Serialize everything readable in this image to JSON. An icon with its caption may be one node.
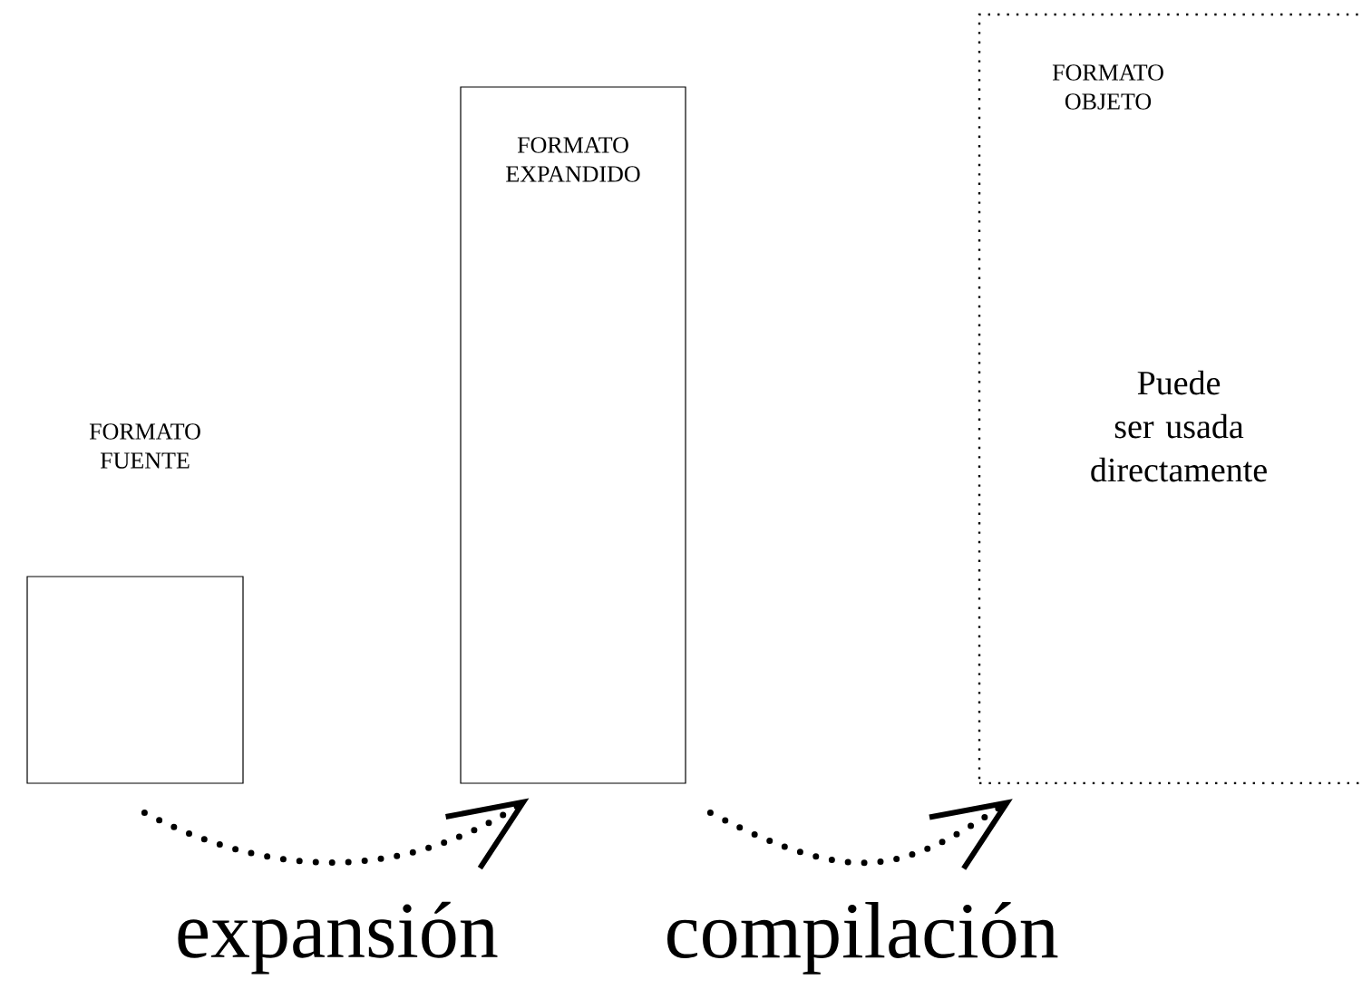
{
  "diagram": {
    "nodes": [
      {
        "text": [
          "FORMATO FUENTE"
        ]
      },
      {
        "text": [
          "FORMATO EXPANDIDO"
        ]
      },
      {
        "text": [
          "FORMATO OBJETO",
          "Puede ser usada directamente"
        ]
      }
    ],
    "edges": [
      {
        "from": 0,
        "to": 1,
        "arrow": "to",
        "label": "expansión"
      },
      {
        "from": 1,
        "to": 2,
        "arrow": "to",
        "label": "compilación"
      }
    ]
  }
}
